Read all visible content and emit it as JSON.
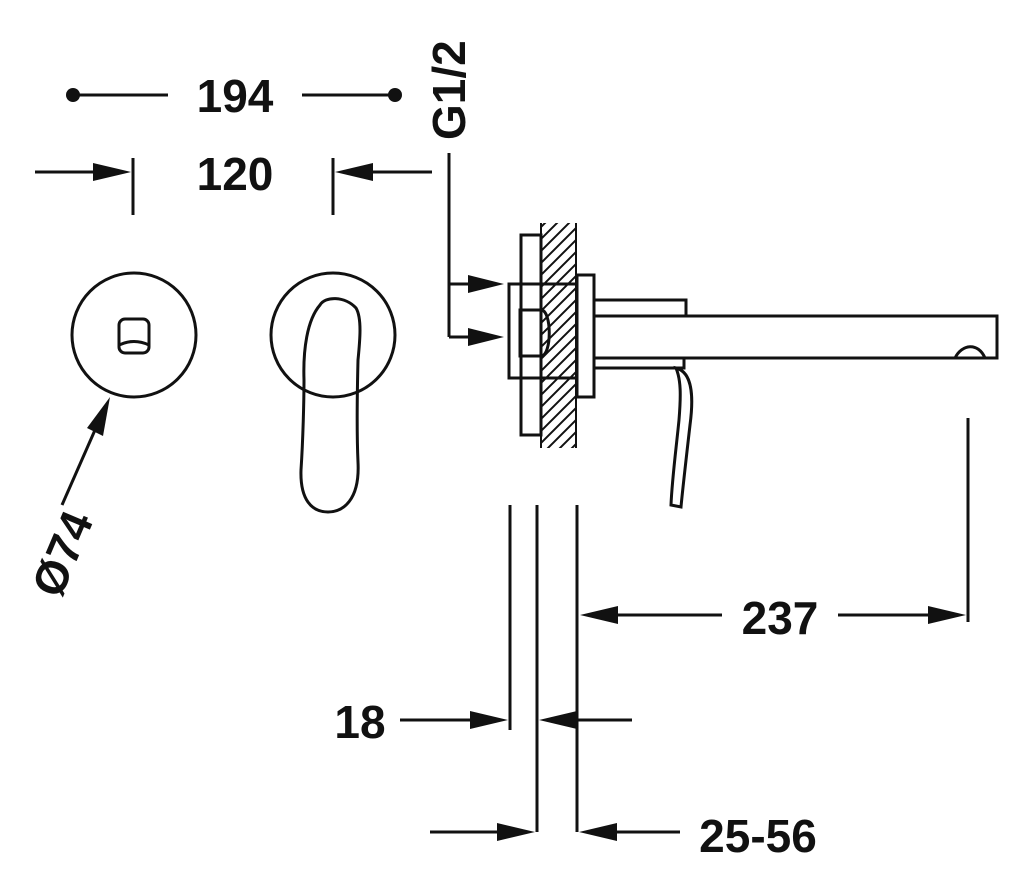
{
  "dimensions": {
    "overall_width": "194",
    "centers": "120",
    "connection": "G1/2",
    "diameter": "Ø74",
    "projection": "237",
    "plate": "18",
    "wall_range": "25-56"
  },
  "colors": {
    "line": "#111111",
    "background": "#ffffff"
  }
}
